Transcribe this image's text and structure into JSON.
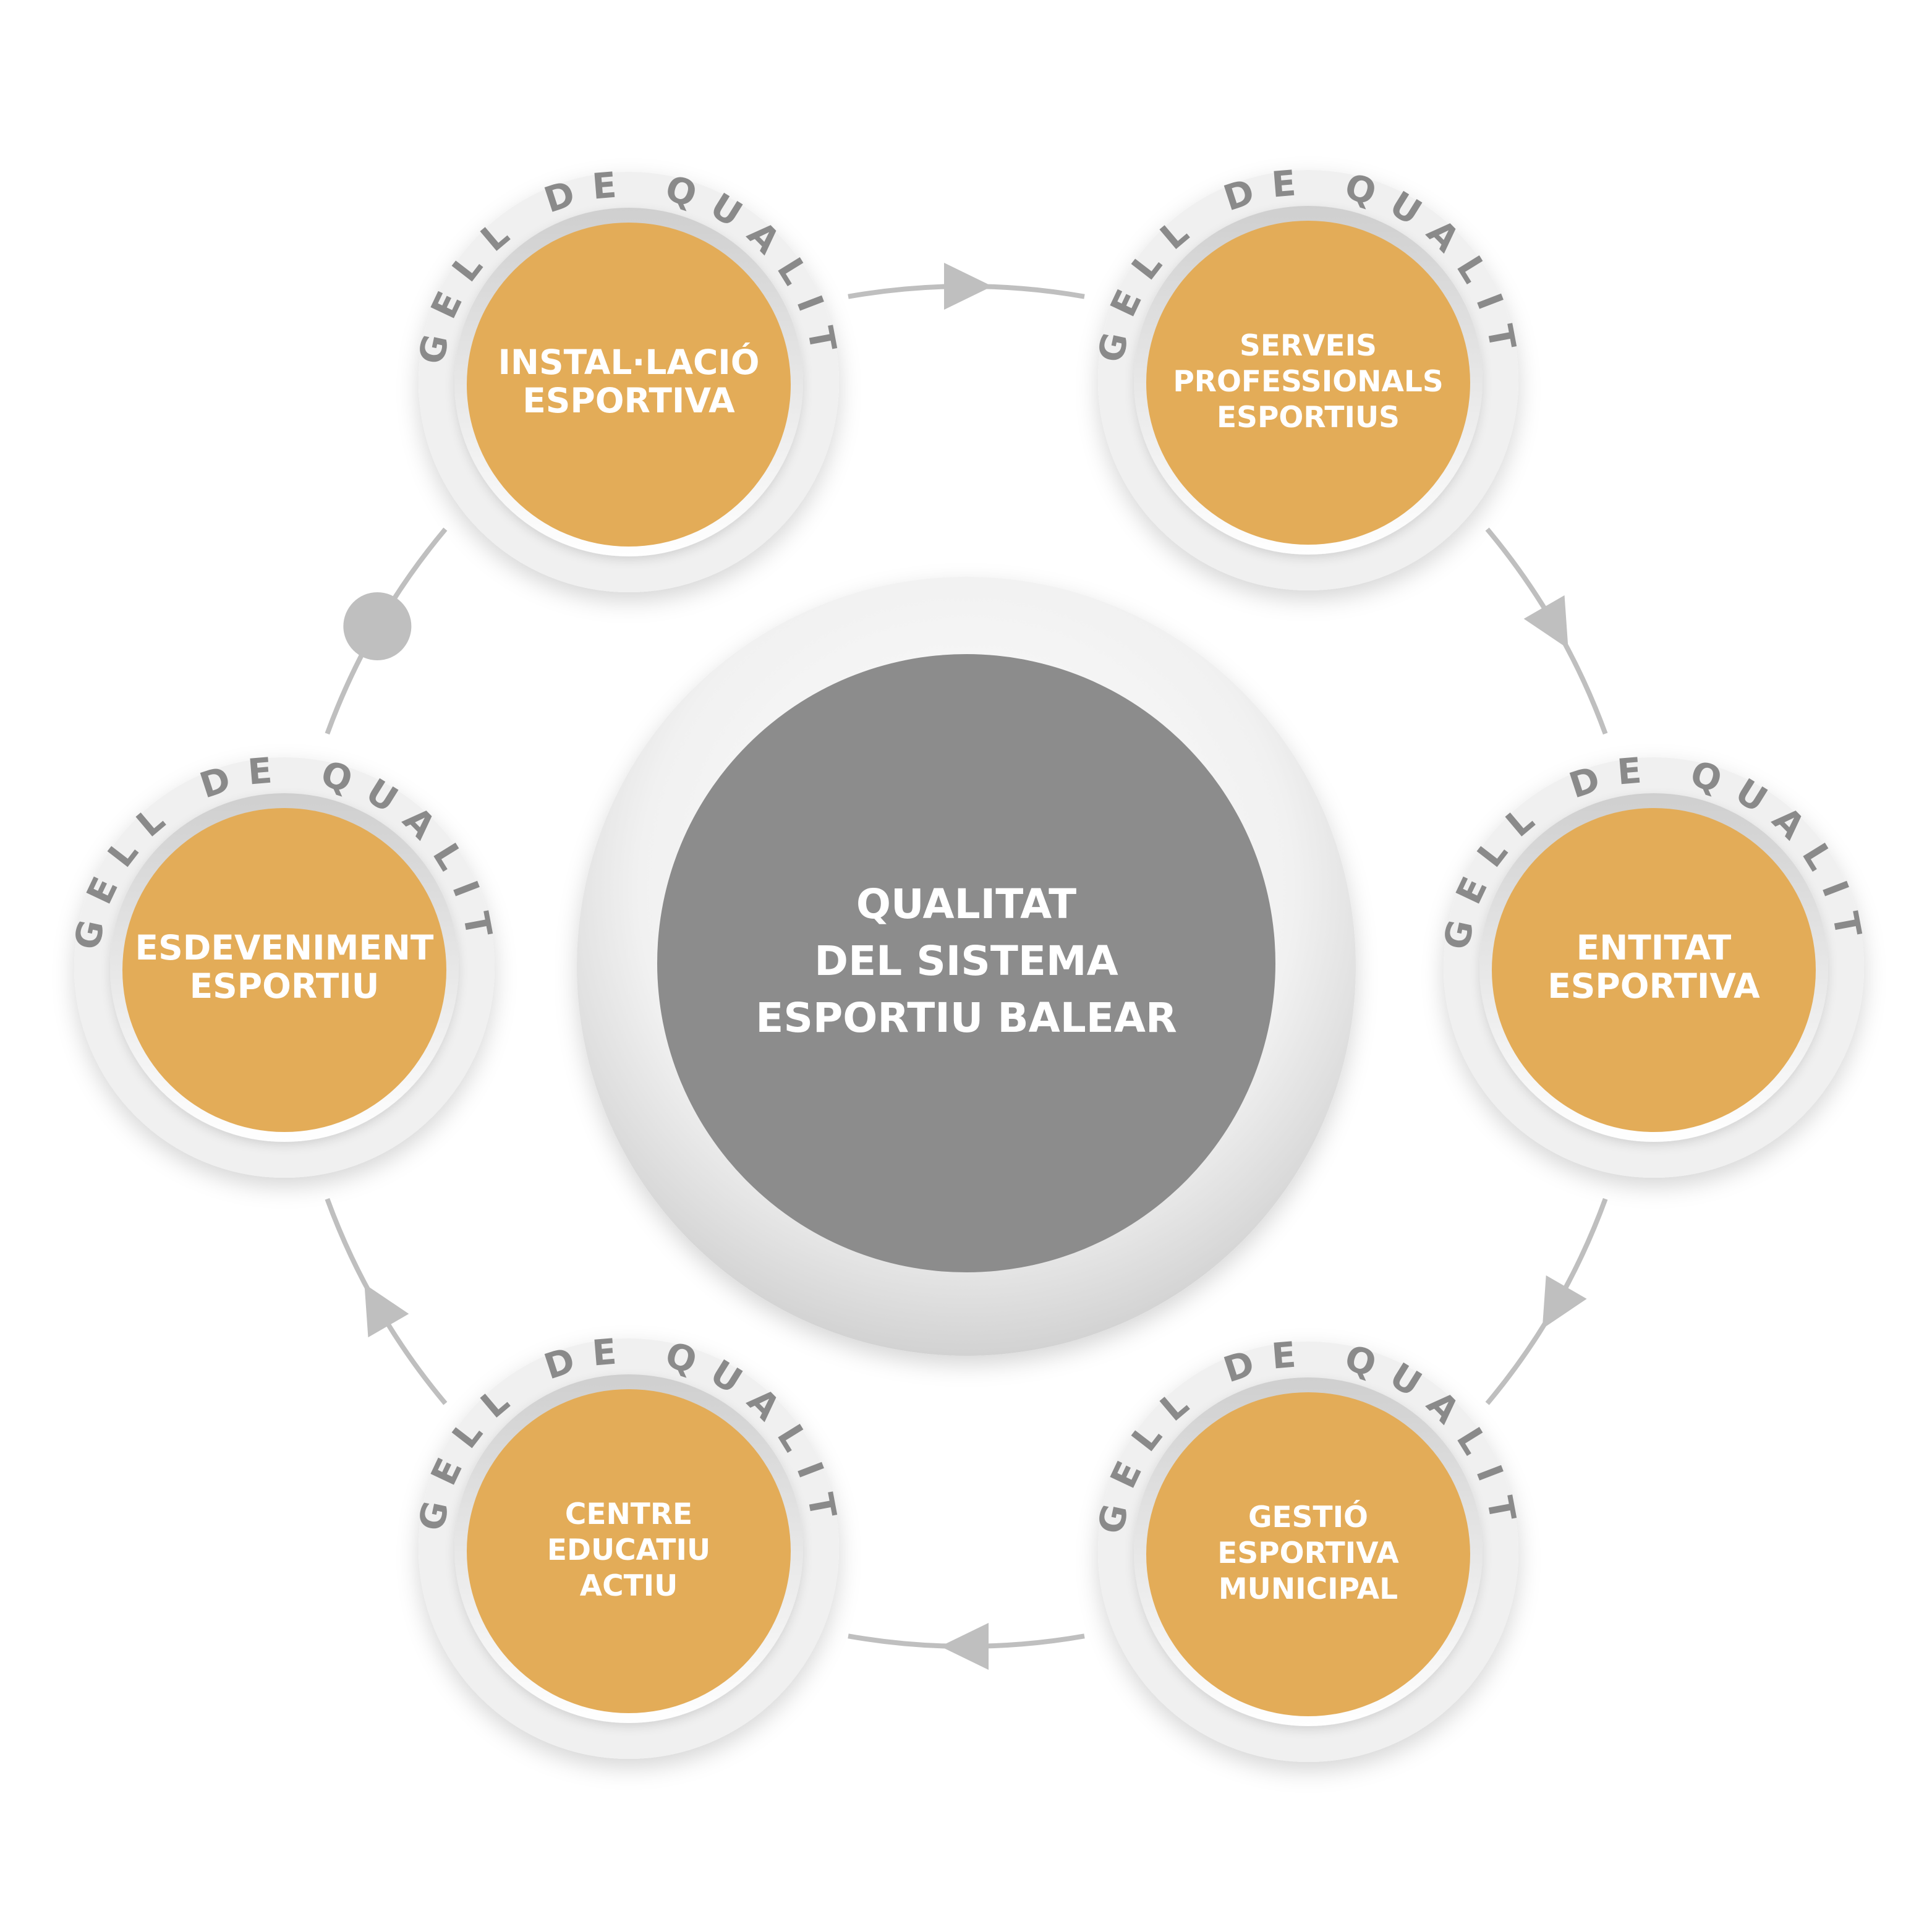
{
  "center": {
    "lines": [
      "QUALITAT",
      "DEL SISTEMA",
      "ESPORTIU BALEAR"
    ]
  },
  "nodes": [
    {
      "ring_label": "SEGELL DE QUALITAT",
      "lines": [
        "INSTAL·LACIÓ",
        "ESPORTIVA"
      ]
    },
    {
      "ring_label": "SEGELL DE QUALITAT",
      "lines": [
        "SERVEIS",
        "PROFESSIONALS",
        "ESPORTIUS"
      ]
    },
    {
      "ring_label": "SEGELL DE QUALITAT",
      "lines": [
        "ENTITAT",
        "ESPORTIVA"
      ]
    },
    {
      "ring_label": "SEGELL DE QUALITAT",
      "lines": [
        "GESTIÓ",
        "ESPORTIVA",
        "MUNICIPAL"
      ]
    },
    {
      "ring_label": "SEGELL DE QUALITAT",
      "lines": [
        "CENTRE",
        "EDUCATIU",
        "ACTIU"
      ]
    },
    {
      "ring_label": "SEGELL DE QUALITAT",
      "lines": [
        "ESDEVENIMENT",
        "ESPORTIU"
      ]
    }
  ],
  "colors": {
    "node_fill": "#E3AC58",
    "center_fill": "#8C8C8C",
    "ring_fill": "#F0F0F0",
    "ring_text": "#8A8A8A",
    "connector": "#BFBFBF"
  }
}
